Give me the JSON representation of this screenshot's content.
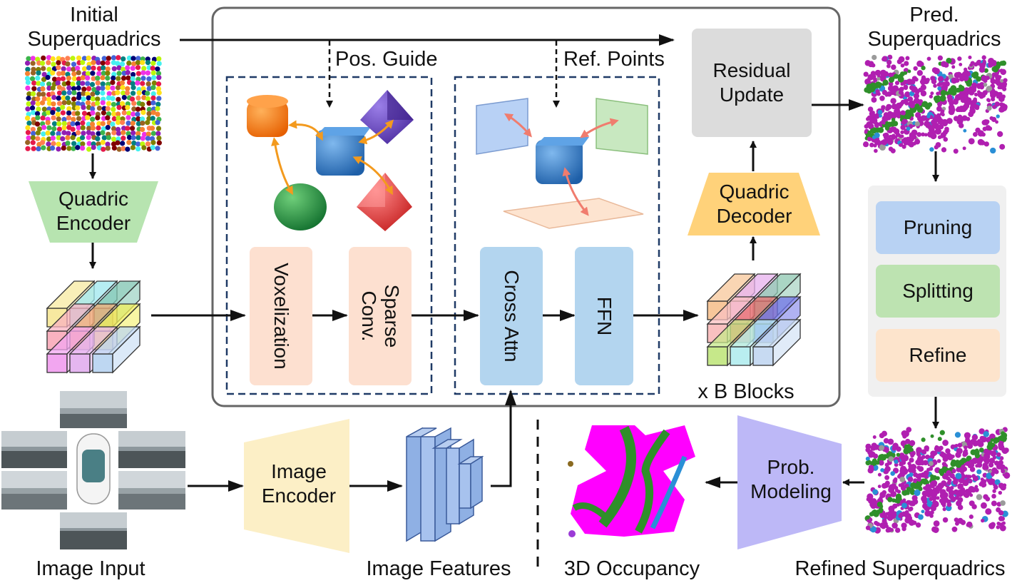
{
  "labels": {
    "initial_sq": "Initial\nSuperquadrics",
    "pred_sq": "Pred.\nSuperquadrics",
    "pos_guide": "Pos. Guide",
    "ref_points": "Ref. Points",
    "residual_update": "Residual\nUpdate",
    "quadric_encoder": "Quadric\nEncoder",
    "quadric_decoder": "Quadric\nDecoder",
    "voxelization": "Voxelization",
    "sparse_conv": "Sparse\nConv.",
    "cross_attn": "Cross Attn",
    "ffn": "FFN",
    "x_blocks": "x B Blocks",
    "pruning": "Pruning",
    "splitting": "Splitting",
    "refine": "Refine",
    "image_encoder": "Image\nEncoder",
    "prob_modeling": "Prob.\nModeling",
    "image_input": "Image Input",
    "image_features": "Image Features",
    "occupancy": "3D Occupancy",
    "refined_sq": "Refined Superquadrics"
  },
  "colors": {
    "quadric_encoder": "#b7e4b0",
    "residual_update": "#dcdcdc",
    "quadric_decoder": "#ffd27a",
    "voxelization": "#fde0d0",
    "sparse_conv": "#fde0d0",
    "cross_attn": "#b3d5ef",
    "ffn": "#b3d5ef",
    "pruning": "#b8d2f3",
    "splitting": "#bde3b1",
    "refine": "#fde4cc",
    "image_encoder": "#fcefc6",
    "prob_modeling": "#bdb8f7",
    "dashed_border": "#1f3a66",
    "occupancy_main": "#ff00ff",
    "occupancy_green": "#3b9a2e",
    "occupancy_blue": "#2a8fd6"
  }
}
